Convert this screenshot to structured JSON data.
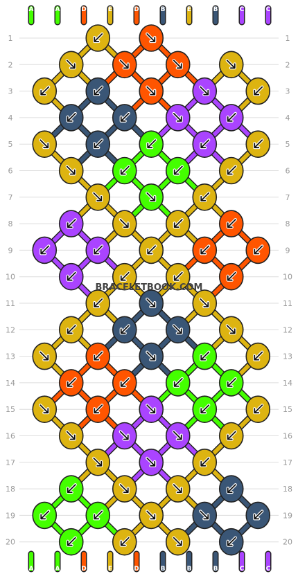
{
  "site": {
    "watermark": "BRACELETBOOK.COM"
  },
  "pattern": {
    "colors": {
      "A": "#44ff00",
      "B": "#3a5676",
      "C": "#aa44ff",
      "D": "#ff5500",
      "E": "#ddb411"
    },
    "strings_top": [
      "A",
      "A",
      "D",
      "E",
      "D",
      "B",
      "E",
      "B",
      "C",
      "C"
    ],
    "strings_bottom": [
      "A",
      "A",
      "D",
      "E",
      "D",
      "B",
      "B",
      "B",
      "C",
      "C"
    ],
    "row_labels": [
      "1",
      "2",
      "3",
      "4",
      "5",
      "6",
      "7",
      "8",
      "9",
      "10",
      "11",
      "12",
      "13",
      "14",
      "15",
      "16",
      "17",
      "18",
      "19",
      "20"
    ],
    "knots": [
      [
        "E:bl",
        "D:br"
      ],
      [
        "E:br",
        "D:br",
        "D:br",
        "E:br"
      ],
      [
        "E:bl",
        "B:bl",
        "D:br",
        "C:br",
        "E:bl"
      ],
      [
        "B:bl",
        "B:bl",
        "C:br",
        "C:bl"
      ],
      [
        "E:br",
        "B:bl",
        "A:bl",
        "C:bl",
        "E:bl"
      ],
      [
        "E:br",
        "A:bl",
        "A:bl",
        "E:bl"
      ],
      [
        "E:br",
        "A:br",
        "E:bl"
      ],
      [
        "C:bl",
        "E:br",
        "E:bl",
        "D:bl"
      ],
      [
        "C:bl",
        "C:bl",
        "E:bl",
        "D:bl",
        "D:bl"
      ],
      [
        "C:bl",
        "E:bl",
        "E:bl",
        "D:bl"
      ],
      [
        "E:bl",
        "B:br",
        "E:br"
      ],
      [
        "E:bl",
        "B:bl",
        "B:br",
        "E:br"
      ],
      [
        "E:br",
        "D:bl",
        "B:br",
        "A:bl",
        "E:bl"
      ],
      [
        "D:bl",
        "D:bl",
        "A:bl",
        "A:bl"
      ],
      [
        "E:br",
        "D:bl",
        "C:br",
        "A:bl",
        "E:bl"
      ],
      [
        "E:br",
        "C:br",
        "C:br",
        "E:bl"
      ],
      [
        "E:br",
        "C:br",
        "E:bl"
      ],
      [
        "A:bl",
        "E:br",
        "E:br",
        "B:bl"
      ],
      [
        "A:bl",
        "A:bl",
        "E:br",
        "B:br",
        "B:bl"
      ],
      [
        "A:bl",
        "E:bl",
        "E:br",
        "B:bl"
      ]
    ]
  }
}
